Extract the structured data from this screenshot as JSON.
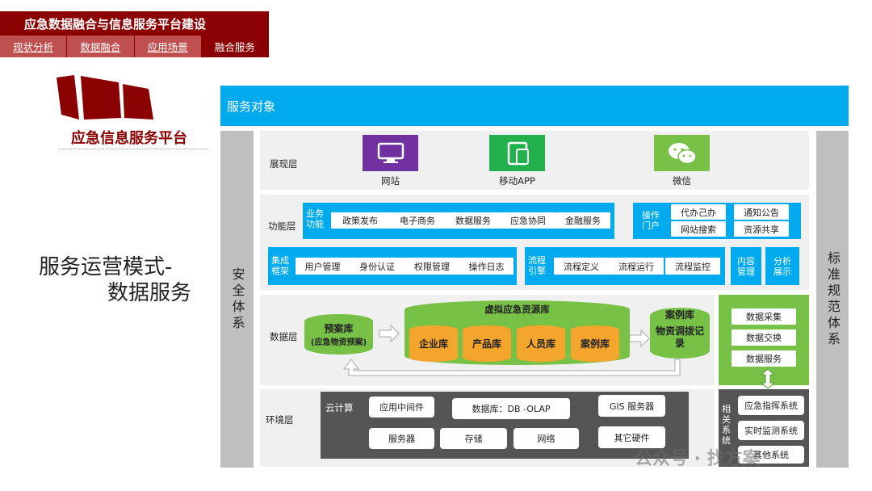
{
  "header": {
    "title": "应急数据融合与信息服务平台建设",
    "nav": [
      "现状分析",
      "数据融合",
      "应用场景",
      "融合服务"
    ],
    "active_index": 3
  },
  "left": {
    "platform_title": "应急信息服务平台",
    "mode_line1": "服务运营模式-",
    "mode_line2": "数据服务"
  },
  "diagram": {
    "service_objects": "服务对象",
    "security": "安全体系",
    "standard": "标准规范体系",
    "presentation": {
      "label": "展现层",
      "items": [
        {
          "label": "网站",
          "icon": "monitor-icon",
          "color": "#7030a0"
        },
        {
          "label": "移动APP",
          "icon": "mobile-icon",
          "color": "#22b14c"
        },
        {
          "label": "微信",
          "icon": "wechat-icon",
          "color": "#77c147"
        }
      ]
    },
    "function": {
      "label": "功能层",
      "business_label": "业务功能",
      "business_items": [
        "政策发布",
        "电子商务",
        "数据服务",
        "应急协同",
        "金融服务"
      ],
      "portal_label": "操作门户",
      "portal_items": [
        "代办己办",
        "通知公告",
        "网站搜索",
        "资源共享"
      ],
      "integration_label": "集成框架",
      "integration_items": [
        "用户管理",
        "身份认证",
        "权限管理",
        "操作日志"
      ],
      "process_label": "流程引擎",
      "process_items": [
        "流程定义",
        "流程运行",
        "流程监控"
      ],
      "content_mgmt": "内容管理",
      "analysis": "分析展示"
    },
    "data": {
      "label": "数据层",
      "plan_db": "预案库",
      "plan_db_sub": "(应急物资预案)",
      "virtual_db": "虚拟应急资源库",
      "sub_dbs": [
        "企业库",
        "产品库",
        "人员库",
        "案例库"
      ],
      "case_db": "案例库",
      "case_db_sub": "物资调拨记录",
      "right_items": [
        "数据采集",
        "数据交换",
        "数据服务"
      ]
    },
    "environment": {
      "label": "环境层",
      "cloud": "云计算",
      "items_row1": [
        "应用中间件",
        "数据库：DB -OLAP",
        "GIS 服务器"
      ],
      "items_row2": [
        "服务器",
        "存储",
        "网络",
        "其它硬件"
      ],
      "related_label": "相关系统",
      "related_items": [
        "应急指挥系统",
        "实时监测系统",
        "其他系统"
      ]
    }
  },
  "watermark": "公众号 · 找方案"
}
